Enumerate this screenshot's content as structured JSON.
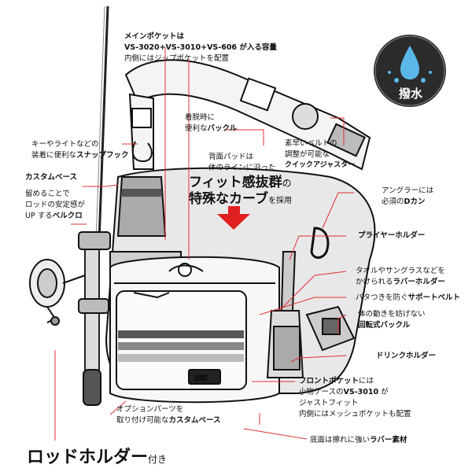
{
  "main_pocket": {
    "title": "メインポケットは",
    "line2": "VS-3020+VS-3010+VS-606 が入る容量",
    "line3": "内側にはジップポケットを配置"
  },
  "buckle": {
    "line1": "着脱時に",
    "line2a": "便利な",
    "line2b": "バックル"
  },
  "waterproof": {
    "label": "撥水",
    "color": "#5ab7e8"
  },
  "snap_hook": {
    "line1": "キーやライトなどの",
    "line2a": "装着に便利な",
    "line2b": "スナップフック"
  },
  "custom_base_top": {
    "title": "カスタムベース",
    "line1": "留めることで",
    "line2": "ロッドの安定感が",
    "line3a": "UP する",
    "line3b": "ベルクロ"
  },
  "back_pad": {
    "line1": "背面パッドは",
    "line2": "体のラインに沿った",
    "emph1a": "フィット感抜群",
    "emph1b": "の",
    "emph2a": "特殊なカーブ",
    "emph2b": "を採用"
  },
  "quick_adjuster": {
    "line1": "素早いベルトの",
    "line2": "調整が可能な",
    "line3": "クイックアジャスター"
  },
  "d_ring": {
    "line1": "アングラーには",
    "line2a": "必須の",
    "line2b": "Dカン"
  },
  "plier_holder": {
    "label": "プライヤーホルダー"
  },
  "rubber_holder": {
    "line1": "タオルやサングラスなどを",
    "line2a": "かけられる",
    "line2b": "ラバーホルダー"
  },
  "support_belt": {
    "line1a": "バタつきを防ぐ",
    "line1b": "サポートベルト"
  },
  "swivel_buckle": {
    "line1": "体の動きを妨げない",
    "line2": "回転式バックル"
  },
  "drink_holder": {
    "label": "ドリンクホルダー"
  },
  "front_pocket": {
    "line1a": "フロントポケット",
    "line1b": "には",
    "line2a": "小物ケースの",
    "line2b": "VS-3010",
    "line2c": " が",
    "line3": "ジャストフィット",
    "line4": "内側にはメッシュポケットも配置"
  },
  "option_parts": {
    "line1": "オプションパーツを",
    "line2a": "取り付け可能な",
    "line2b": "カスタムベース"
  },
  "bottom": {
    "line1a": "底面は擦れに強い",
    "line1b": "ラバー素材"
  },
  "rod_holder": {
    "label": "ロッドホルダー",
    "suffix": "付き"
  },
  "colors": {
    "accent": "#d0101c",
    "leader": "#e03030"
  }
}
